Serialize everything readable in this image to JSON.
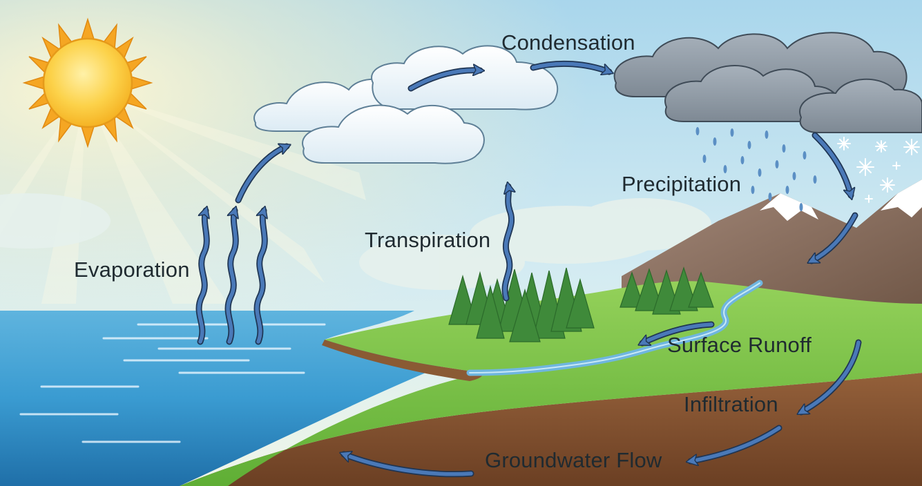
{
  "labels": {
    "condensation": "Condensation",
    "evaporation": "Evaporation",
    "transpiration": "Transpiration",
    "precipitation": "Precipitation",
    "surface_runoff": "Surface Runoff",
    "infiltration": "Infiltration",
    "groundwater_flow": "Groundwater Flow"
  },
  "colors": {
    "sky_top": "#a9d6ec",
    "sky_bottom": "#eaf4ee",
    "sun_core": "#fbc531",
    "sun_rays": "#f5a623",
    "ocean": "#3a9bd1",
    "ocean_deep": "#1f6fa8",
    "grass": "#7cc243",
    "grass_dark": "#4e9b2e",
    "soil": "#7a4a2b",
    "mountain": "#8b6f5a",
    "snow": "#ffffff",
    "tree": "#3f8a3a",
    "cloud_white": "#f4f9fc",
    "cloud_gray": "#8d99a6",
    "arrow": "#4a79b8",
    "river": "#6fb6df",
    "text": "#1f2a30"
  }
}
